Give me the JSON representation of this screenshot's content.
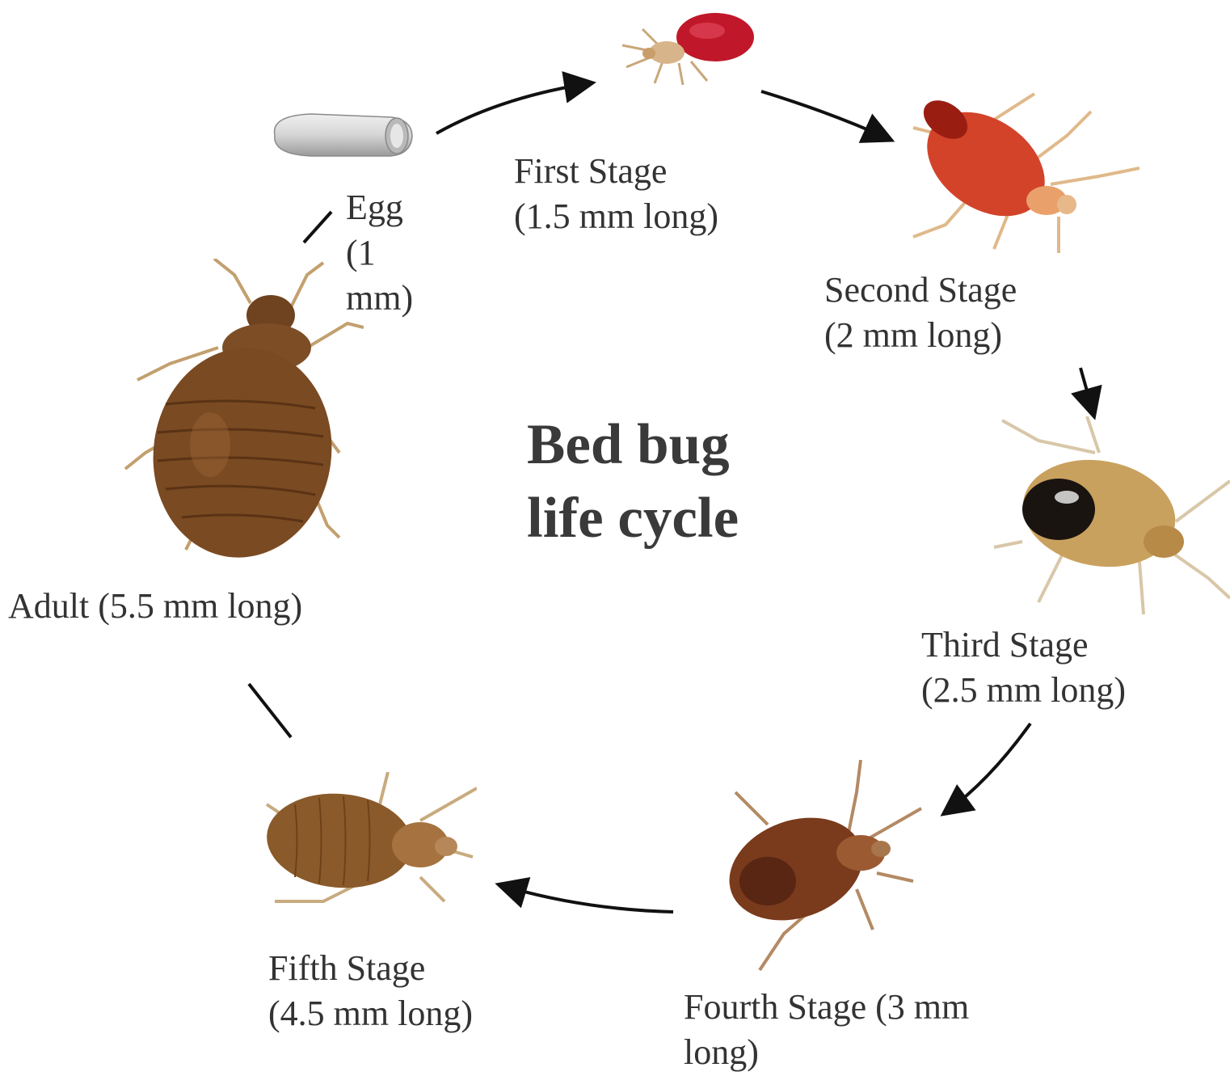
{
  "title": {
    "line1": "Bed bug",
    "line2": "life cycle"
  },
  "stages": {
    "egg": {
      "line1": "Egg",
      "line2": "(1",
      "line3": "mm)"
    },
    "first": {
      "line1": "First Stage",
      "line2": "(1.5 mm long)"
    },
    "second": {
      "line1": "Second Stage",
      "line2": "(2 mm long)"
    },
    "third": {
      "line1": "Third Stage",
      "line2": "(2.5 mm long)"
    },
    "fourth": {
      "line1": "Fourth Stage (3 mm",
      "line2": "long)"
    },
    "fifth": {
      "line1": "Fifth Stage",
      "line2": "(4.5 mm long)"
    },
    "adult": {
      "line1": "Adult (5.5 mm long)"
    }
  },
  "illustrations": [
    "egg-illustration",
    "first-stage-nymph-illustration",
    "second-stage-nymph-illustration",
    "third-stage-nymph-illustration",
    "fourth-stage-nymph-illustration",
    "fifth-stage-nymph-illustration",
    "adult-bed-bug-illustration"
  ],
  "colors": {
    "text": "#333333",
    "arrow": "#111111",
    "first_stage": "#c0182a",
    "second_stage": "#d2432a",
    "third_stage": "#c9a15e",
    "fourth_stage": "#7a3a1c",
    "fifth_stage": "#8a5a2a",
    "adult": "#7a4a22",
    "egg": "#d8d8d8"
  }
}
